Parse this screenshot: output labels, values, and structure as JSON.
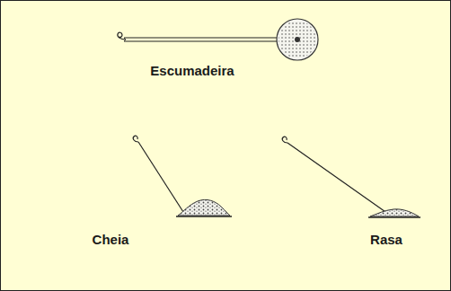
{
  "diagram": {
    "labels": [
      "Escumadeira",
      "Cheia",
      "Rasa"
    ]
  }
}
